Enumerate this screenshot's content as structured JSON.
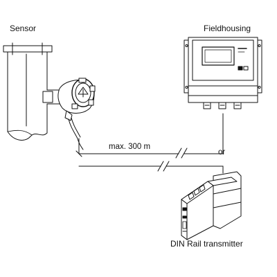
{
  "labels": {
    "sensor": "Sensor",
    "fieldhousing": "Fieldhousing",
    "distance": "max. 300 m",
    "or": "or",
    "din_rail": "DIN Rail transmitter"
  },
  "colors": {
    "line": "#111111",
    "background": "#ffffff"
  }
}
